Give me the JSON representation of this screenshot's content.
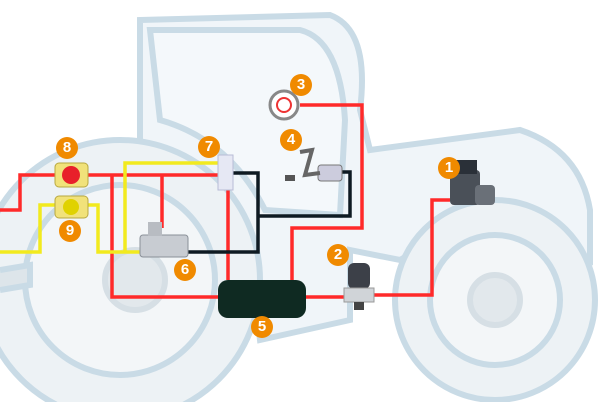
{
  "title": "Tractor air brake system diagram",
  "colors": {
    "supply_line": "#ff2a2a",
    "control_line": "#f2ea1e",
    "brake_line": "#0e1a22",
    "badge": "#f08a00",
    "tractor_outline": "#c9dbe6"
  },
  "components": [
    {
      "number": "1",
      "icon": "air-compressor-icon"
    },
    {
      "number": "2",
      "icon": "air-dryer-icon"
    },
    {
      "number": "3",
      "icon": "pressure-gauge-icon"
    },
    {
      "number": "4",
      "icon": "brake-pedal-cylinder-icon"
    },
    {
      "number": "5",
      "icon": "air-tank-icon"
    },
    {
      "number": "6",
      "icon": "trailer-control-valve-icon"
    },
    {
      "number": "7",
      "icon": "distribution-valve-icon"
    },
    {
      "number": "8",
      "icon": "red-coupling-head-icon"
    },
    {
      "number": "9",
      "icon": "yellow-coupling-head-icon"
    }
  ]
}
